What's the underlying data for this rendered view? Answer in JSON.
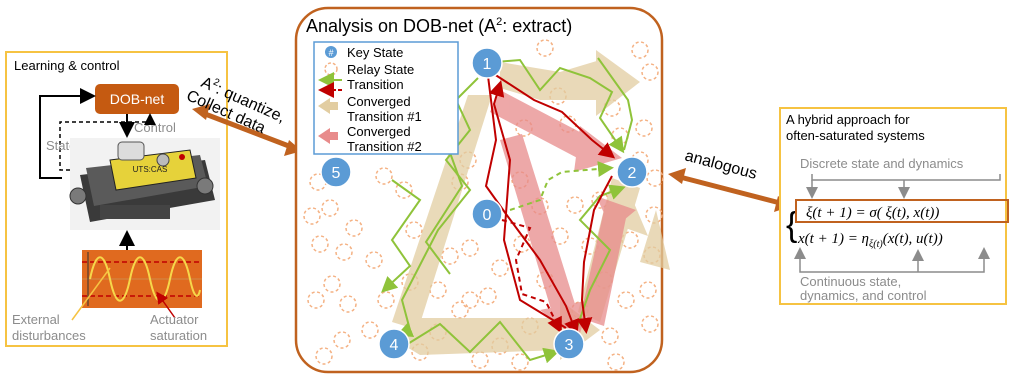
{
  "left_panel": {
    "title": "Learning & control",
    "dobnet_label": "DOB-net",
    "control_label": "Control",
    "state_label": "State",
    "robot_tag": "UTS:CAS",
    "external_label_1": "External",
    "external_label_2": "disturbances",
    "actuator_label_1": "Actuator",
    "actuator_label_2": "saturation"
  },
  "link_left": {
    "line1_a": "A",
    "line1_sup": "2",
    "line1_b": ": quantize,",
    "line2": "Collect data"
  },
  "center": {
    "title_a": "Analysis on DOB-net (A",
    "title_sup": "2",
    "title_b": ": extract)",
    "legend": {
      "key_state_symbol": "#",
      "key_state": "Key State",
      "relay_state": "Relay State",
      "transition": "Transition",
      "converged1_line1": "Converged",
      "converged1_line2": "Transition #1",
      "converged2_line1": "Converged",
      "converged2_line2": "Transition #2"
    },
    "nodes": [
      "1",
      "2",
      "0",
      "5",
      "4",
      "3"
    ]
  },
  "link_right": {
    "label": "analogous"
  },
  "right_panel": {
    "title_line1": "A hybrid approach for",
    "title_line2": "often-saturated systems",
    "discrete_label": "Discrete state and dynamics",
    "eq1": "ξ(t + 1) = σ( ξ(t), x(t))",
    "eq2_a": "x(t + 1) = η",
    "eq2_sub": "ξ(t)",
    "eq2_b": "(x(t), u(t))",
    "continuous_line1": "Continuous state,",
    "continuous_line2": "dynamics, and control"
  },
  "colors": {
    "orange_border": "#f6c342",
    "brown": "#c0621f",
    "dobnet_fill": "#c55a11",
    "node_fill": "#5b9bd5",
    "legend_border": "#5b9bd5",
    "relay": "#f4b183",
    "green": "#8fc33a",
    "dark_red": "#c00000",
    "tan": "#e2cda1",
    "pink": "#e88b8b",
    "gray": "#8c8c8c"
  }
}
